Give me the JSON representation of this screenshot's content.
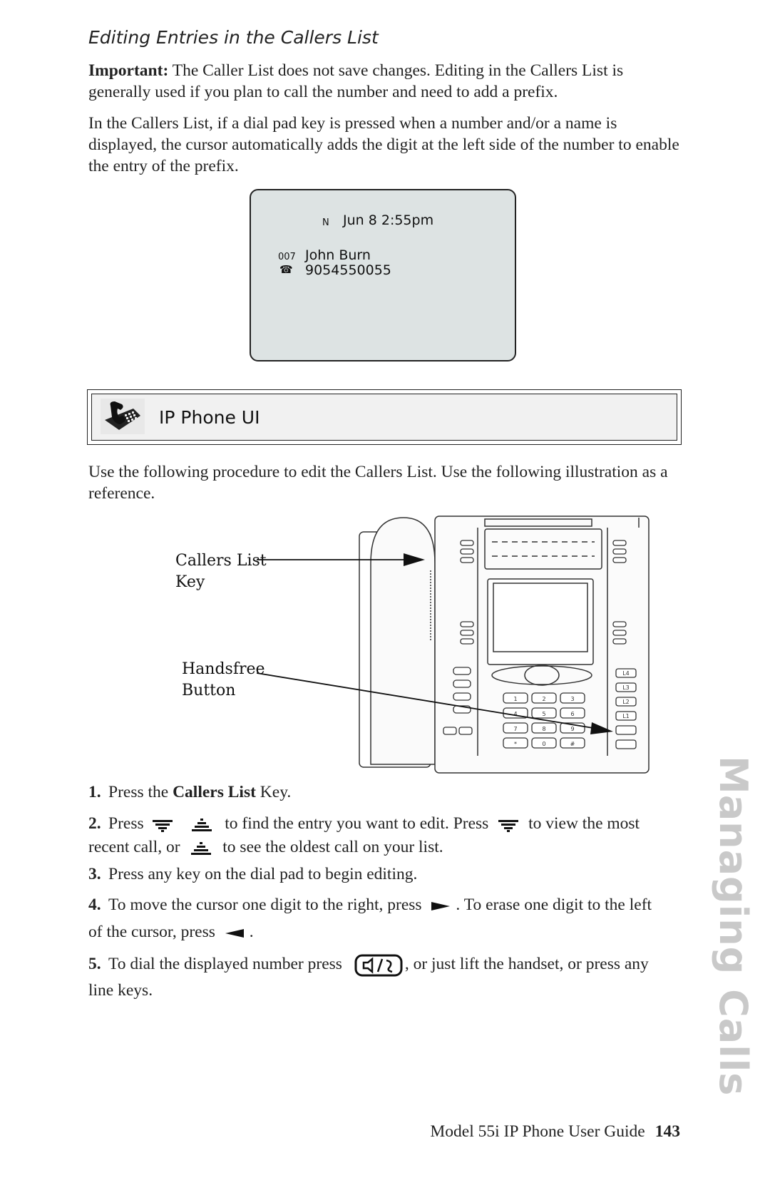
{
  "heading": "Editing Entries in the Callers List",
  "intro": {
    "important_label": "Important:",
    "important_text": " The Caller List does not save changes. Editing in the Callers List is generally used if you plan to call the number and need to add a prefix.",
    "paragraph2": "In the Callers List, if a dial pad key is pressed when a number and/or a name is displayed, the cursor automatically adds the digit at the left side of the number to enable the entry of the prefix."
  },
  "display": {
    "status_flag": "N",
    "datetime": "Jun 8 2:55pm",
    "index": "007",
    "caller_name": "John Burn",
    "caller_number": "9054550055"
  },
  "banner": {
    "title": "IP Phone UI",
    "icon": "desk-phone-icon"
  },
  "procedure_intro": "Use the following procedure to edit the Callers List. Use the following illustration as a reference.",
  "illustration": {
    "callout_callers_line1": "Callers List",
    "callout_callers_line2": "Key",
    "callout_handsfree_line1": "Handsfree",
    "callout_handsfree_line2": "Button",
    "keypad": [
      "1",
      "2",
      "3",
      "4",
      "5",
      "6",
      "7",
      "8",
      "9",
      "*",
      "0",
      "#"
    ],
    "line_keys": [
      "L4",
      "L3",
      "L2",
      "L1"
    ]
  },
  "steps": [
    {
      "num": "1.",
      "before": "Press the ",
      "bold": "Callers List",
      "after": " Key."
    },
    {
      "num": "2.",
      "t1": "Press",
      "t2": "to find the entry you want to edit. Press",
      "t3": "to view the most",
      "t4": "recent call, or",
      "t5": "to see the oldest call on your list."
    },
    {
      "num": "3.",
      "text": "Press any key on the dial pad to begin editing."
    },
    {
      "num": "4.",
      "t1": "To move the cursor one digit to the right, press",
      "t2": ". To erase one digit to the left",
      "t3": "of the cursor, press",
      "t4": "."
    },
    {
      "num": "5.",
      "t1": "To dial the displayed number press",
      "t2": ", or just lift the handset, or press any",
      "t3": "line keys."
    }
  ],
  "side_tab": "Managing Calls",
  "footer": {
    "guide": "Model 55i IP Phone User Guide",
    "page": "143"
  }
}
